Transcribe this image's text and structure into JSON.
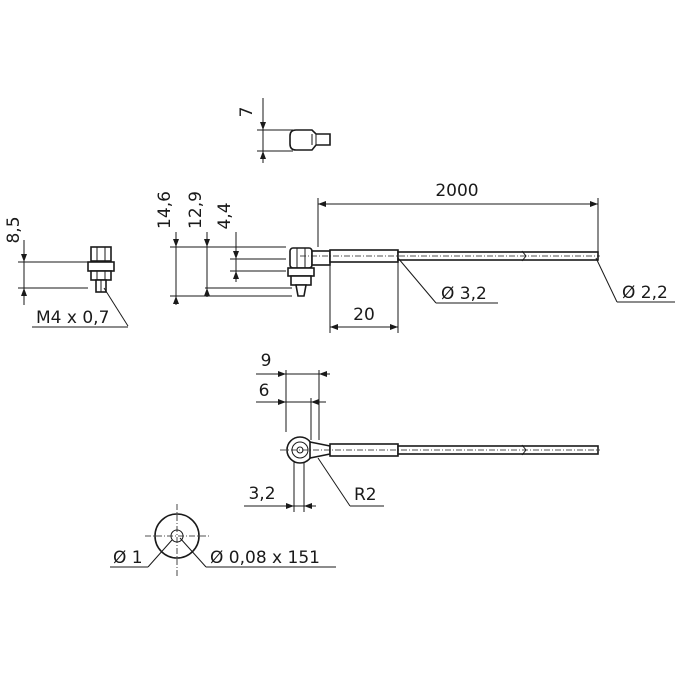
{
  "dimensions": {
    "top_7": "7",
    "nut_8_5": "8,5",
    "thread": "M4 x 0,7",
    "h_14_6": "14,6",
    "h_12_9": "12,9",
    "h_4_4": "4,4",
    "length_2000": "2000",
    "sleeve_20": "20",
    "dia_3_2": "Ø 3,2",
    "dia_2_2": "Ø 2,2",
    "w_9": "9",
    "w_6": "6",
    "w_3_2": "3,2",
    "radius_r2": "R2",
    "dia_1": "Ø 1",
    "fiber": "Ø 0,08 x 151"
  }
}
